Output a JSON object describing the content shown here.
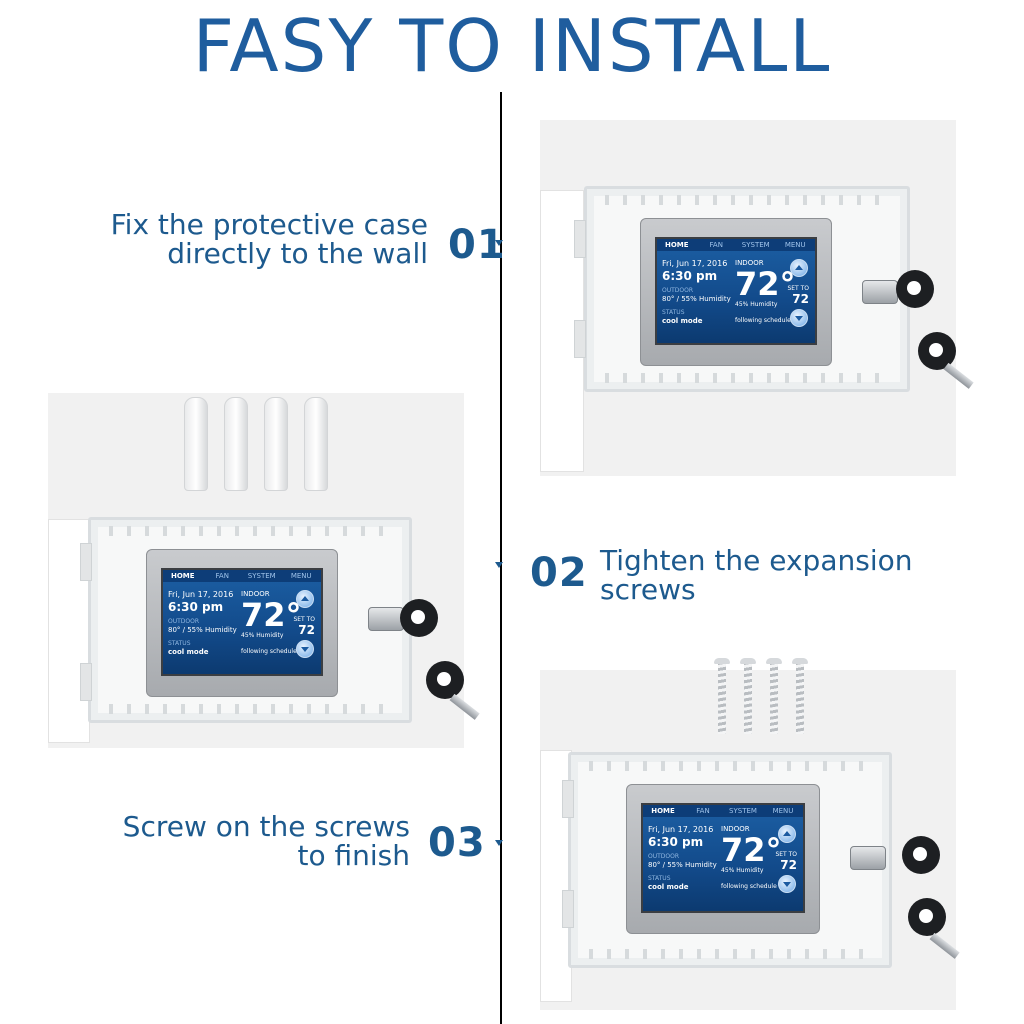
{
  "title": "FASY TO INSTALL",
  "steps": [
    {
      "number": "01",
      "text_lines": [
        "Fix the protective case",
        "directly to the wall"
      ]
    },
    {
      "number": "02",
      "text_lines": [
        "Tighten the expansion",
        "screws"
      ]
    },
    {
      "number": "03",
      "text_lines": [
        "Screw on the screws",
        "to finish"
      ]
    }
  ],
  "thermostat": {
    "nav": [
      "HOME",
      "FAN",
      "SYSTEM",
      "MENU"
    ],
    "date": "Fri, Jun 17, 2016",
    "time": "6:30 pm",
    "outdoor_label": "OUTDOOR",
    "outdoor": "80° / 55% Humidity",
    "status_label": "STATUS",
    "mode": "cool mode",
    "indoor_label": "INDOOR",
    "temp": "72°",
    "humidity": "45% Humidity",
    "set_to_label": "SET TO",
    "set_to": "72",
    "schedule": "following schedule"
  },
  "colors": {
    "accent": "#1d5a8e",
    "title": "#1f5d9e",
    "screen": "#124a8a"
  }
}
